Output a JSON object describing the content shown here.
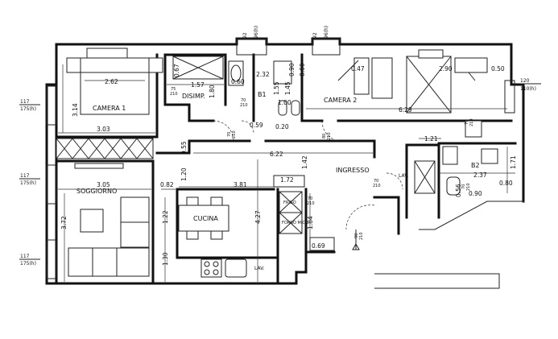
{
  "rooms": {
    "camera1": "CAMERA 1",
    "camera2": "CAMERA 2",
    "disimp": "DISIMP.",
    "b1": "B1",
    "b2": "B2",
    "ingresso": "INGRESSO",
    "soggiorno": "SOGGIORNO",
    "cucina": "CUCINA",
    "lav1": "LAV.",
    "lav2": "LAV.",
    "frigo": "FRIGO",
    "forno": "FORNO MICR."
  },
  "dimensions": {
    "cam1_width_top": "2.62",
    "cam1_height": "3.14",
    "cam1_width": "3.03",
    "disimp_067": "0.67",
    "disimp_157": "1.57",
    "disimp_180": "1.80",
    "b1_060": "0.60",
    "b1_232": "2.32",
    "b1_090": "0.90",
    "b1_100": "1.00",
    "b1_155": "1.55",
    "b1_145": "1.45",
    "b1_059": "0.59",
    "b1_020": "0.20",
    "cam2_060": "0.60",
    "cam2_047": "0.47",
    "cam2_290": "2.90",
    "cam2_050": "0.50",
    "cam2_629": "6.29",
    "corr_622": "6.22",
    "corr_055": "0.55",
    "corr_142": "1.42",
    "corr_120": "1.20",
    "sog_305": "3.05",
    "sog_082": "0.82",
    "sog_381": "3.81",
    "sog_372": "3.72",
    "kit_427": "4.27",
    "kit_122": "1.22",
    "kit_130": "1.30",
    "kit_172": "1.72",
    "kit_184": "1.84",
    "kit_069": "0.69",
    "b2_121": "1.21",
    "b2_237": "2.37",
    "b2_171": "1.71",
    "b2_080": "0.80",
    "b2_056": "0.56",
    "b2_090": "0.90"
  },
  "windows": {
    "w1": {
      "top": "117",
      "bottom": "175(h)"
    },
    "w2": {
      "top": "117",
      "bottom": "175(h)"
    },
    "w3": {
      "top": "117",
      "bottom": "175(h)"
    },
    "w4": {
      "top": "120",
      "bottom": "110(h)"
    },
    "top1": {
      "a": "92",
      "b": "96(h)"
    },
    "top2": {
      "a": "92",
      "b": "96(h)"
    }
  },
  "doors": {
    "d1": {
      "a": "75",
      "b": "210"
    },
    "d2": {
      "a": "70",
      "b": "210"
    },
    "d3": {
      "a": "70",
      "b": "210"
    },
    "d4": {
      "a": "80",
      "b": "210"
    },
    "d5": {
      "a": "70",
      "b": "210"
    },
    "d6": {
      "a": "70",
      "b": "210"
    },
    "d7": {
      "a": "70",
      "b": "210"
    },
    "d8": {
      "a": "90",
      "b": "210"
    },
    "d9": {
      "a": "70",
      "b": "210"
    }
  }
}
